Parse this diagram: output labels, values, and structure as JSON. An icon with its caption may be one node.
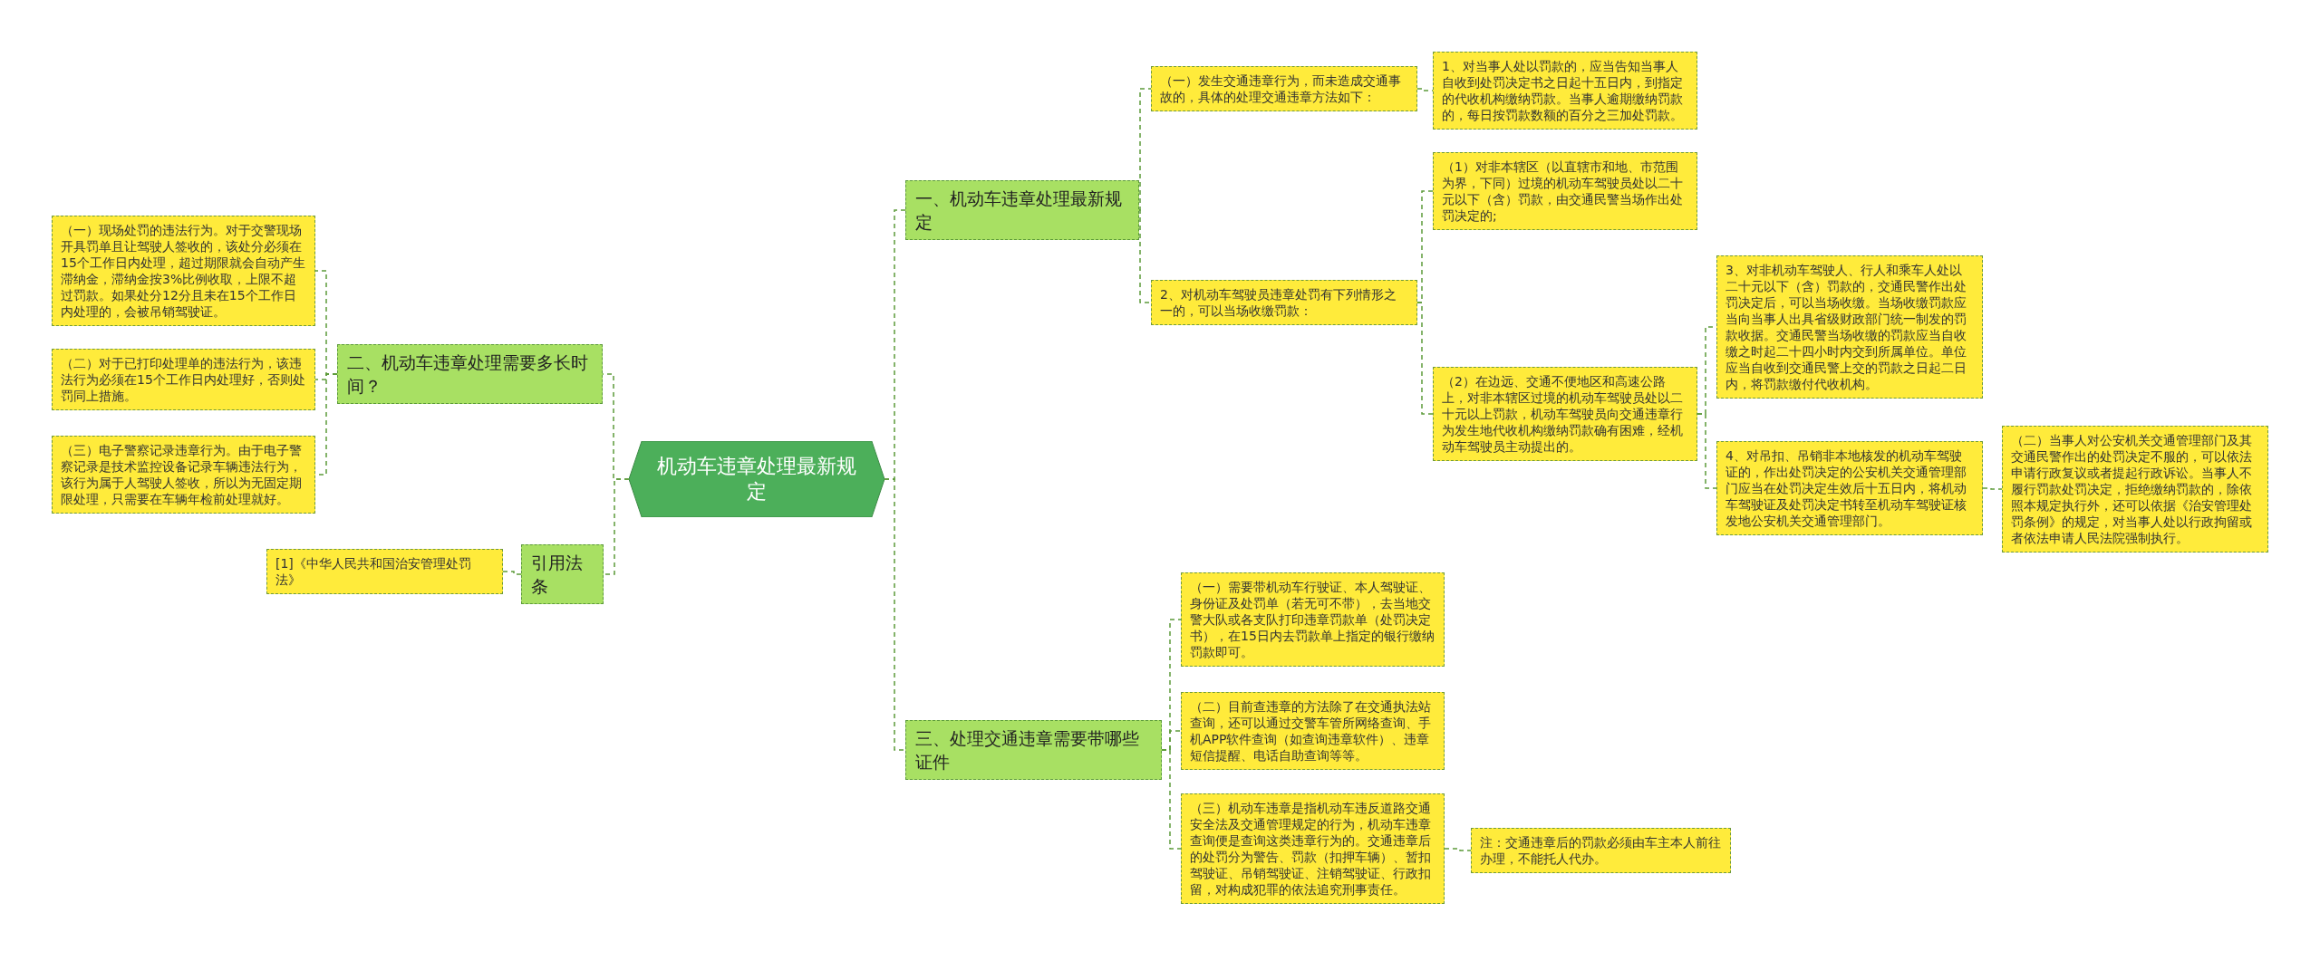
{
  "diagram": {
    "nodes": [
      {
        "text": [
          "机动车违章处理最新规定"
        ]
      },
      {
        "text": [
          "一、机动车违章处理最新规定"
        ]
      },
      {
        "text": [
          "（一）发生交通违章行为，而未造成交通事故的，具体的处理交通违章方法如下："
        ]
      },
      {
        "text": [
          "1、对当事人处以罚款的，应当告知当事人自收到处罚决定书之日起十五日内，到指定的代收机构缴纳罚款。当事人逾期缴纳罚款的，每日按罚款数额的百分之三加处罚款。"
        ]
      },
      {
        "text": [
          "2、对机动车驾驶员违章处罚有下列情形之一的，可以当场收缴罚款："
        ]
      },
      {
        "text": [
          "（1）对非本辖区（以直辖市和地、市范围为界，下同）过境的机动车驾驶员处以二十元以下（含）罚款，由交通民警当场作出处罚决定的;"
        ]
      },
      {
        "text": [
          "（2）在边远、交通不便地区和高速公路上，对非本辖区过境的机动车驾驶员处以二十元以上罚款，机动车驾驶员向交通违章行为发生地代收机构缴纳罚款确有困难，经机动车驾驶员主动提出的。"
        ]
      },
      {
        "text": [
          "3、对非机动车驾驶人、行人和乘车人处以二十元以下（含）罚款的，交通民警作出处罚决定后，可以当场收缴。当场收缴罚款应当向当事人出具省级财政部门统一制发的罚款收据。交通民警当场收缴的罚款应当自收缴之时起二十四小时内交到所属单位。单位应当自收到交通民警上交的罚款之日起二日内，将罚款缴付代收机构。"
        ]
      },
      {
        "text": [
          "4、对吊扣、吊销非本地核发的机动车驾驶证的，作出处罚决定的公安机关交通管理部门应当在处罚决定生效后十五日内，将机动车驾驶证及处罚决定书转至机动车驾驶证核发地公安机关交通管理部门。"
        ]
      },
      {
        "text": [
          "（二）当事人对公安机关交通管理部门及其交通民警作出的处罚决定不服的，可以依法申请行政复议或者提起行政诉讼。当事人不履行罚款处罚决定，拒绝缴纳罚款的，除依照本规定执行外，还可以依据《治安管理处罚条例》的规定，对当事人处以行政拘留或者依法申请人民法院强制执行。"
        ]
      },
      {
        "text": [
          "三、处理交通违章需要带哪些证件"
        ]
      },
      {
        "text": [
          "（一）需要带机动车行驶证、本人驾驶证、身份证及处罚单（若无可不带），去当地交警大队或各支队打印违章罚款单（处罚决定书），在15日内去罚款单上指定的银行缴纳罚款即可。"
        ]
      },
      {
        "text": [
          "（二）目前查违章的方法除了在交通执法站查询，还可以通过交警车管所网络查询、手机APP软件查询（如查询违章软件）、违章短信提醒、电话自助查询等等。"
        ]
      },
      {
        "text": [
          "（三）机动车违章是指机动车违反道路交通安全法及交通管理规定的行为，机动车违章查询便是查询这类违章行为的。交通违章后的处罚分为警告、罚款（扣押车辆）、暂扣驾驶证、吊销驾驶证、注销驾驶证、行政扣留，对构成犯罪的依法追究刑事责任。"
        ]
      },
      {
        "text": [
          "注：交通违章后的罚款必须由车主本人前往办理，不能托人代办。"
        ]
      },
      {
        "text": [
          "二、机动车违章处理需要多长时间？"
        ]
      },
      {
        "text": [
          "（一）现场处罚的违法行为。对于交警现场开具罚单且让驾驶人签收的，该处分必须在15个工作日内处理，超过期限就会自动产生滞纳金，滞纳金按3%比例收取，上限不超过罚款。如果处分12分且未在15个工作日内处理的，会被吊销驾驶证。"
        ]
      },
      {
        "text": [
          "（二）对于已打印处理单的违法行为，该违法行为必须在15个工作日内处理好，否则处罚同上措施。"
        ]
      },
      {
        "text": [
          "（三）电子警察记录违章行为。由于电子警察记录是技术监控设备记录车辆违法行为，该行为属于人驾驶人签收，所以为无固定期限处理，只需要在车辆年检前处理就好。"
        ]
      },
      {
        "text": [
          "引用法条"
        ]
      },
      {
        "text": [
          "[1]《中华人民共和国治安管理处罚法》"
        ]
      }
    ],
    "edges": [
      {
        "from": 0,
        "to": 1,
        "arrow": "none"
      },
      {
        "from": 1,
        "to": 2,
        "arrow": "none"
      },
      {
        "from": 2,
        "to": 3,
        "arrow": "none"
      },
      {
        "from": 1,
        "to": 4,
        "arrow": "none"
      },
      {
        "from": 4,
        "to": 5,
        "arrow": "none"
      },
      {
        "from": 4,
        "to": 6,
        "arrow": "none"
      },
      {
        "from": 6,
        "to": 7,
        "arrow": "none"
      },
      {
        "from": 6,
        "to": 8,
        "arrow": "none"
      },
      {
        "from": 8,
        "to": 9,
        "arrow": "none"
      },
      {
        "from": 0,
        "to": 10,
        "arrow": "none"
      },
      {
        "from": 10,
        "to": 11,
        "arrow": "none"
      },
      {
        "from": 10,
        "to": 12,
        "arrow": "none"
      },
      {
        "from": 10,
        "to": 13,
        "arrow": "none"
      },
      {
        "from": 13,
        "to": 14,
        "arrow": "none"
      },
      {
        "from": 0,
        "to": 15,
        "arrow": "none"
      },
      {
        "from": 15,
        "to": 16,
        "arrow": "none"
      },
      {
        "from": 15,
        "to": 17,
        "arrow": "none"
      },
      {
        "from": 15,
        "to": 18,
        "arrow": "none"
      },
      {
        "from": 0,
        "to": 19,
        "arrow": "none"
      },
      {
        "from": 19,
        "to": 20,
        "arrow": "none"
      }
    ]
  }
}
